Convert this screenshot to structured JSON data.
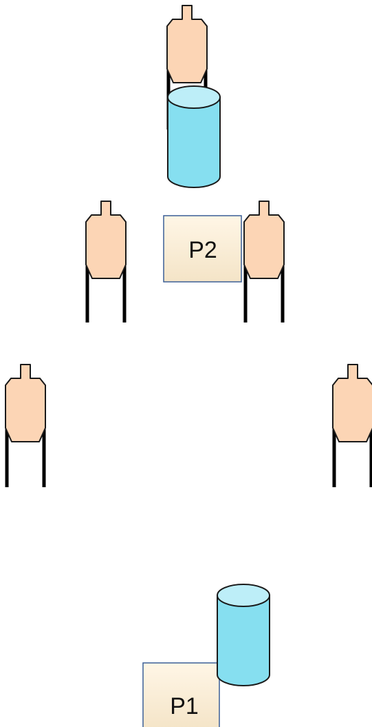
{
  "colors": {
    "target_fill": "#FCD5B5",
    "target_stroke": "#1a1a1a",
    "leg_stroke": "#000000",
    "barrel_body": "#86DFF0",
    "barrel_top": "#BDEEF8",
    "barrel_stroke": "#1a1a1a",
    "box_fill_light": "#FFF6E6",
    "box_fill_dark": "#F4E4C7",
    "box_stroke": "#3A5E96"
  },
  "icons": {
    "target": "ipsc-target-on-stand",
    "barrel": "barrel-cylinder",
    "position_box": "shooting-position-box"
  },
  "positions": {
    "p2": {
      "label": "P2"
    },
    "p1": {
      "label": "P1"
    }
  },
  "targets": [
    {
      "name": "target-top"
    },
    {
      "name": "target-middle-left"
    },
    {
      "name": "target-middle-right"
    },
    {
      "name": "target-lower-left"
    },
    {
      "name": "target-lower-right"
    }
  ],
  "barrels": [
    {
      "name": "barrel-top"
    },
    {
      "name": "barrel-bottom"
    }
  ]
}
